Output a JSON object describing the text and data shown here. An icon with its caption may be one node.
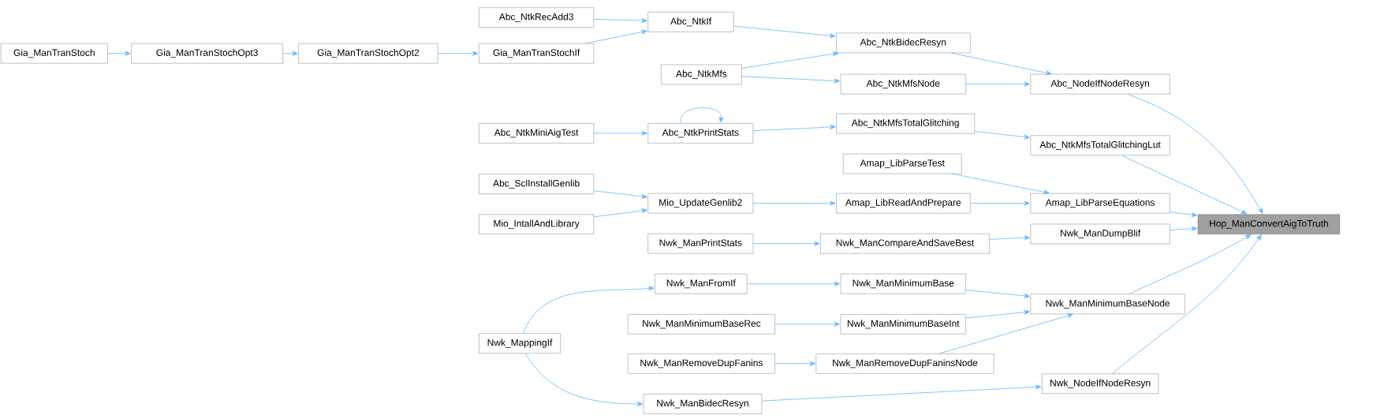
{
  "diagram": {
    "nodes": [
      {
        "text": [
          "Hop_ManConvertAigToTruth"
        ]
      },
      {
        "text": [
          "Abc_NodeIfNodeResyn"
        ]
      },
      {
        "text": [
          "Abc_NtkBidecResyn"
        ]
      },
      {
        "text": [
          "Abc_NtkIf"
        ]
      },
      {
        "text": [
          "Abc_NtkRecAdd3"
        ]
      },
      {
        "text": [
          "Gia_ManTranStochIf"
        ]
      },
      {
        "text": [
          "Gia_ManTranStochOpt2"
        ]
      },
      {
        "text": [
          "Gia_ManTranStochOpt3"
        ]
      },
      {
        "text": [
          "Gia_ManTranStoch"
        ]
      },
      {
        "text": [
          "Abc_NtkMfs"
        ]
      },
      {
        "text": [
          "Abc_NtkMfsNode"
        ]
      },
      {
        "text": [
          "Abc_NtkMfsTotalGlitchingLut"
        ]
      },
      {
        "text": [
          "Abc_NtkMfsTotalGlitching"
        ]
      },
      {
        "text": [
          "Abc_NtkPrintStats"
        ]
      },
      {
        "text": [
          "Abc_NtkMiniAigTest"
        ]
      },
      {
        "text": [
          "Amap_LibParseEquations"
        ]
      },
      {
        "text": [
          "Amap_LibParseTest"
        ]
      },
      {
        "text": [
          "Amap_LibReadAndPrepare"
        ]
      },
      {
        "text": [
          "Mio_UpdateGenlib2"
        ]
      },
      {
        "text": [
          "Abc_SclInstallGenlib"
        ]
      },
      {
        "text": [
          "Mio_IntallAndLibrary"
        ]
      },
      {
        "text": [
          "Nwk_ManDumpBlif"
        ]
      },
      {
        "text": [
          "Nwk_ManCompareAndSaveBest"
        ]
      },
      {
        "text": [
          "Nwk_ManPrintStats"
        ]
      },
      {
        "text": [
          "Nwk_ManMinimumBaseNode"
        ]
      },
      {
        "text": [
          "Nwk_ManMinimumBase"
        ]
      },
      {
        "text": [
          "Nwk_ManFromIf"
        ]
      },
      {
        "text": [
          "Nwk_MappingIf"
        ]
      },
      {
        "text": [
          "Nwk_ManMinimumBaseInt"
        ]
      },
      {
        "text": [
          "Nwk_ManMinimumBaseRec"
        ]
      },
      {
        "text": [
          "Nwk_ManRemoveDupFaninsNode"
        ]
      },
      {
        "text": [
          "Nwk_ManRemoveDupFanins"
        ]
      },
      {
        "text": [
          "Nwk_NodeIfNodeResyn"
        ]
      },
      {
        "text": [
          "Nwk_ManBidecResyn"
        ]
      }
    ],
    "edges": [
      {
        "from": 4,
        "to": 3,
        "arrow": "to"
      },
      {
        "from": 5,
        "to": 3,
        "arrow": "to"
      },
      {
        "from": 8,
        "to": 7,
        "arrow": "to"
      },
      {
        "from": 7,
        "to": 6,
        "arrow": "to"
      },
      {
        "from": 6,
        "to": 5,
        "arrow": "to"
      },
      {
        "from": 3,
        "to": 2,
        "arrow": "to"
      },
      {
        "from": 9,
        "to": 2,
        "arrow": "to"
      },
      {
        "from": 9,
        "to": 10,
        "arrow": "to"
      },
      {
        "from": 2,
        "to": 1,
        "arrow": "to"
      },
      {
        "from": 10,
        "to": 1,
        "arrow": "to"
      },
      {
        "from": 1,
        "to": 0,
        "arrow": "to"
      },
      {
        "from": 14,
        "to": 13,
        "arrow": "to"
      },
      {
        "from": 13,
        "to": 13,
        "arrow": "to"
      },
      {
        "from": 13,
        "to": 12,
        "arrow": "to"
      },
      {
        "from": 12,
        "to": 11,
        "arrow": "to"
      },
      {
        "from": 11,
        "to": 0,
        "arrow": "to"
      },
      {
        "from": 16,
        "to": 15,
        "arrow": "to"
      },
      {
        "from": 19,
        "to": 18,
        "arrow": "to"
      },
      {
        "from": 20,
        "to": 18,
        "arrow": "to"
      },
      {
        "from": 18,
        "to": 17,
        "arrow": "to"
      },
      {
        "from": 17,
        "to": 15,
        "arrow": "to"
      },
      {
        "from": 15,
        "to": 0,
        "arrow": "to"
      },
      {
        "from": 23,
        "to": 22,
        "arrow": "to"
      },
      {
        "from": 22,
        "to": 21,
        "arrow": "to"
      },
      {
        "from": 21,
        "to": 0,
        "arrow": "to"
      },
      {
        "from": 27,
        "to": 26,
        "arrow": "to"
      },
      {
        "from": 26,
        "to": 25,
        "arrow": "to"
      },
      {
        "from": 25,
        "to": 24,
        "arrow": "to"
      },
      {
        "from": 29,
        "to": 28,
        "arrow": "to"
      },
      {
        "from": 28,
        "to": 24,
        "arrow": "to"
      },
      {
        "from": 31,
        "to": 30,
        "arrow": "to"
      },
      {
        "from": 30,
        "to": 24,
        "arrow": "to"
      },
      {
        "from": 24,
        "to": 0,
        "arrow": "to"
      },
      {
        "from": 27,
        "to": 33,
        "arrow": "to"
      },
      {
        "from": 33,
        "to": 32,
        "arrow": "to"
      },
      {
        "from": 32,
        "to": 0,
        "arrow": "to"
      }
    ]
  }
}
